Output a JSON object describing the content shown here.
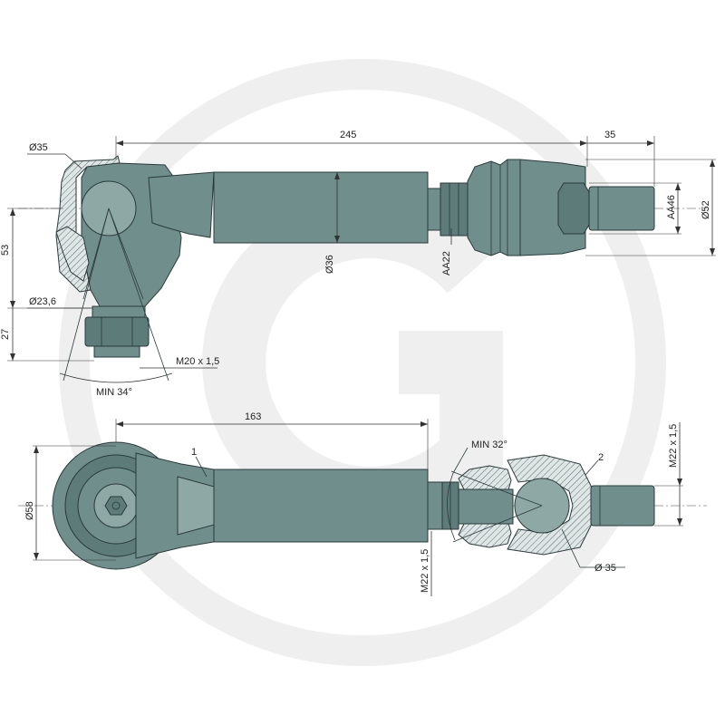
{
  "top_view": {
    "dim_length": "245",
    "dim_end_length": "35",
    "dim_ball": "Ø35",
    "dim_height": "53",
    "dim_neck": "Ø23,6",
    "dim_stud_height": "27",
    "dim_thread": "M20 x 1,5",
    "dim_angle": "MIN 34°",
    "dim_tube": "Ø36",
    "dim_hex": "AA22",
    "dim_hex_large": "AA46",
    "dim_outer": "Ø52"
  },
  "bottom_view": {
    "dim_length": "163",
    "dim_eye": "Ø58",
    "dim_angle": "MIN 32°",
    "label_1": "1",
    "label_2": "2",
    "dim_thread_left": "M22 x 1,5",
    "dim_thread_right": "M22 x 1,5",
    "dim_ball": "Ø 35"
  },
  "colors": {
    "part_fill": "#6f8e8c",
    "outline": "#2a3a3a",
    "watermark": "#eeeeee"
  }
}
